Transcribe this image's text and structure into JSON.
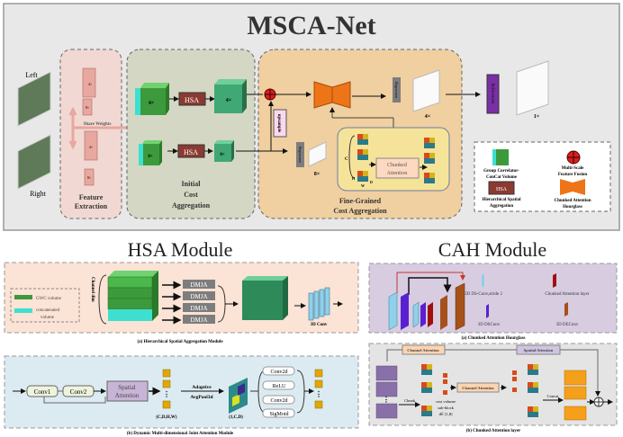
{
  "title": "MSCA-Net",
  "top": {
    "left_label": "Left",
    "right_label": "Right",
    "feature_extraction": [
      "Feature",
      "Extraction"
    ],
    "share_weights": "Share Weights",
    "fe_scales": [
      "4×",
      "8×",
      "4×",
      "8×"
    ],
    "initial_cost": [
      "Initial",
      "Cost",
      "Aggregation"
    ],
    "hsa": "HSA",
    "scale_4": "4×",
    "scale_8": "8×",
    "upsample": "upsample",
    "regression": "Regression",
    "fine_grained": [
      "Fine-Grained",
      "Cost Aggregation"
    ],
    "chunked_attention": [
      "Chunked",
      "Attention"
    ],
    "dims": {
      "c": "C",
      "h": "H",
      "w": "W",
      "d": "D"
    },
    "refinement": "Refinement",
    "out_4": "4×",
    "out_8": "8×",
    "out_1": "1×",
    "legend": {
      "gcc": [
        "Group Correlator-",
        "ConCat Volume"
      ],
      "msff": [
        "Multi-Scale",
        "Feature Fusion"
      ],
      "hsa_label": "HSA",
      "hsa": [
        "Hierarchical Spatial",
        "Aggregation"
      ],
      "cah": [
        "Chunked Attention",
        "Hourglass"
      ]
    }
  },
  "hsa_module": {
    "title": "HSA Module",
    "a": {
      "legend_gwc": "GWC volume",
      "legend_concat": [
        "concatenated",
        "volume"
      ],
      "channel_dim": "Channel dim",
      "dmja": [
        "DMJA",
        "DMJA",
        "DMJA",
        "DMJA"
      ],
      "conv3d": "3D Conv",
      "caption": "(a) Hierarchical Spatial Aggregation Module"
    },
    "b": {
      "conv1": "Conv1",
      "conv2": "Conv2",
      "spatial_attention": [
        "Spatial",
        "Attention"
      ],
      "shape1": "(C,D,H,W)",
      "pool": [
        "Adaptive",
        "AvgPool3d"
      ],
      "shape2": "(1,C,D)",
      "stack": [
        "Conv2d",
        "ReLU",
        "Conv2d",
        "SigMoid"
      ],
      "caption": "(b) Dynamic Multi-dimensional Joint Attention Module"
    }
  },
  "cah_module": {
    "title": "CAH Module",
    "a": {
      "ds_conv": "3D DS-Conv,stride 2",
      "ca_layer": "Chunked Attention layer",
      "dsconv": "3D DSConv",
      "deconv": "3D DEConv",
      "caption": "(a) Chunked Attention Hourglass"
    },
    "b": {
      "channel_attention": "Channel Attention",
      "spatial_attention": "Spatial Attention",
      "chunk": "Chunk",
      "sub_block": [
        "cost volume",
        "sub-block",
        "i∈ [1,8]"
      ],
      "channel_attention_mid": "Channel Attention",
      "concat": "Concat",
      "caption": "(b) Chunked Attention layer"
    }
  },
  "colors": {
    "hsa": "#8b3a32",
    "hourglass": "#ee7418",
    "fusion": "#d81f1f",
    "refinement": "#7a2fa6",
    "green": "#3c9a3c",
    "cyan": "#3de0d0"
  }
}
